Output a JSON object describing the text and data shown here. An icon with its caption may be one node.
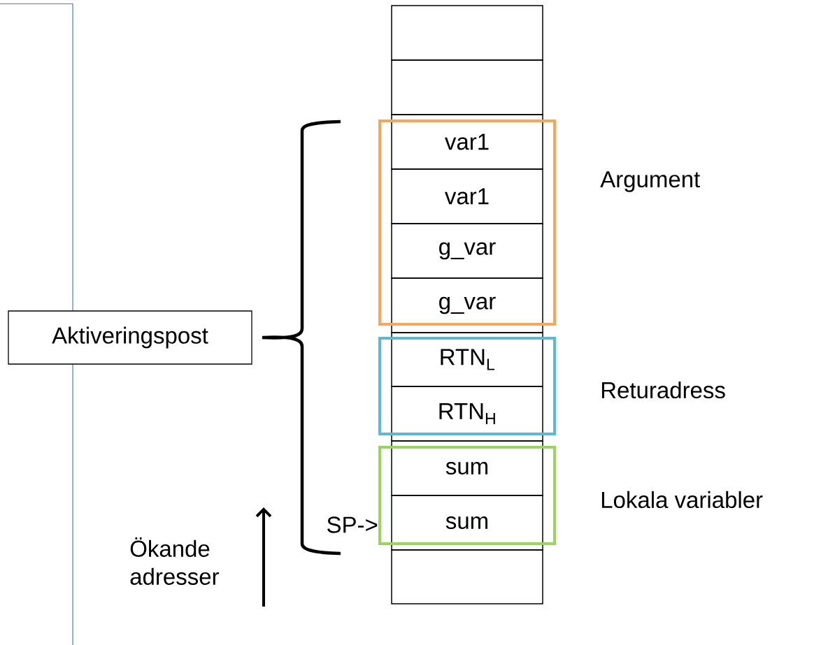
{
  "diagram": {
    "nodes": [
      {
        "text": [],
        "shape": "box"
      },
      {
        "text": [],
        "shape": "box"
      },
      {
        "text": [
          "var1"
        ]
      },
      {
        "text": [
          "var1"
        ],
        "in": 11
      },
      {
        "text": [
          "g_var"
        ],
        "in": 11
      },
      {
        "text": [
          "g_var"
        ]
      },
      {
        "text": [
          "RTN$_{L}$"
        ]
      },
      {
        "text": [
          "RTN$_{H}$"
        ]
      },
      {
        "text": [
          "sum"
        ]
      },
      {
        "text": [
          "sum"
        ]
      },
      {
        "text": [],
        "shape": "box"
      },
      {
        "text": [],
        "shape": "box",
        "beside": [
          "Argument"
        ]
      },
      {
        "text": [],
        "shape": "box",
        "beside": [
          "Returadress"
        ]
      },
      {
        "text": [],
        "shape": "box",
        "beside": [
          "Lokala variabler"
        ]
      },
      {
        "text": [
          "Aktiveringspost"
        ]
      }
    ],
    "labels": [
      "SP->",
      "Ökande adresser"
    ]
  }
}
